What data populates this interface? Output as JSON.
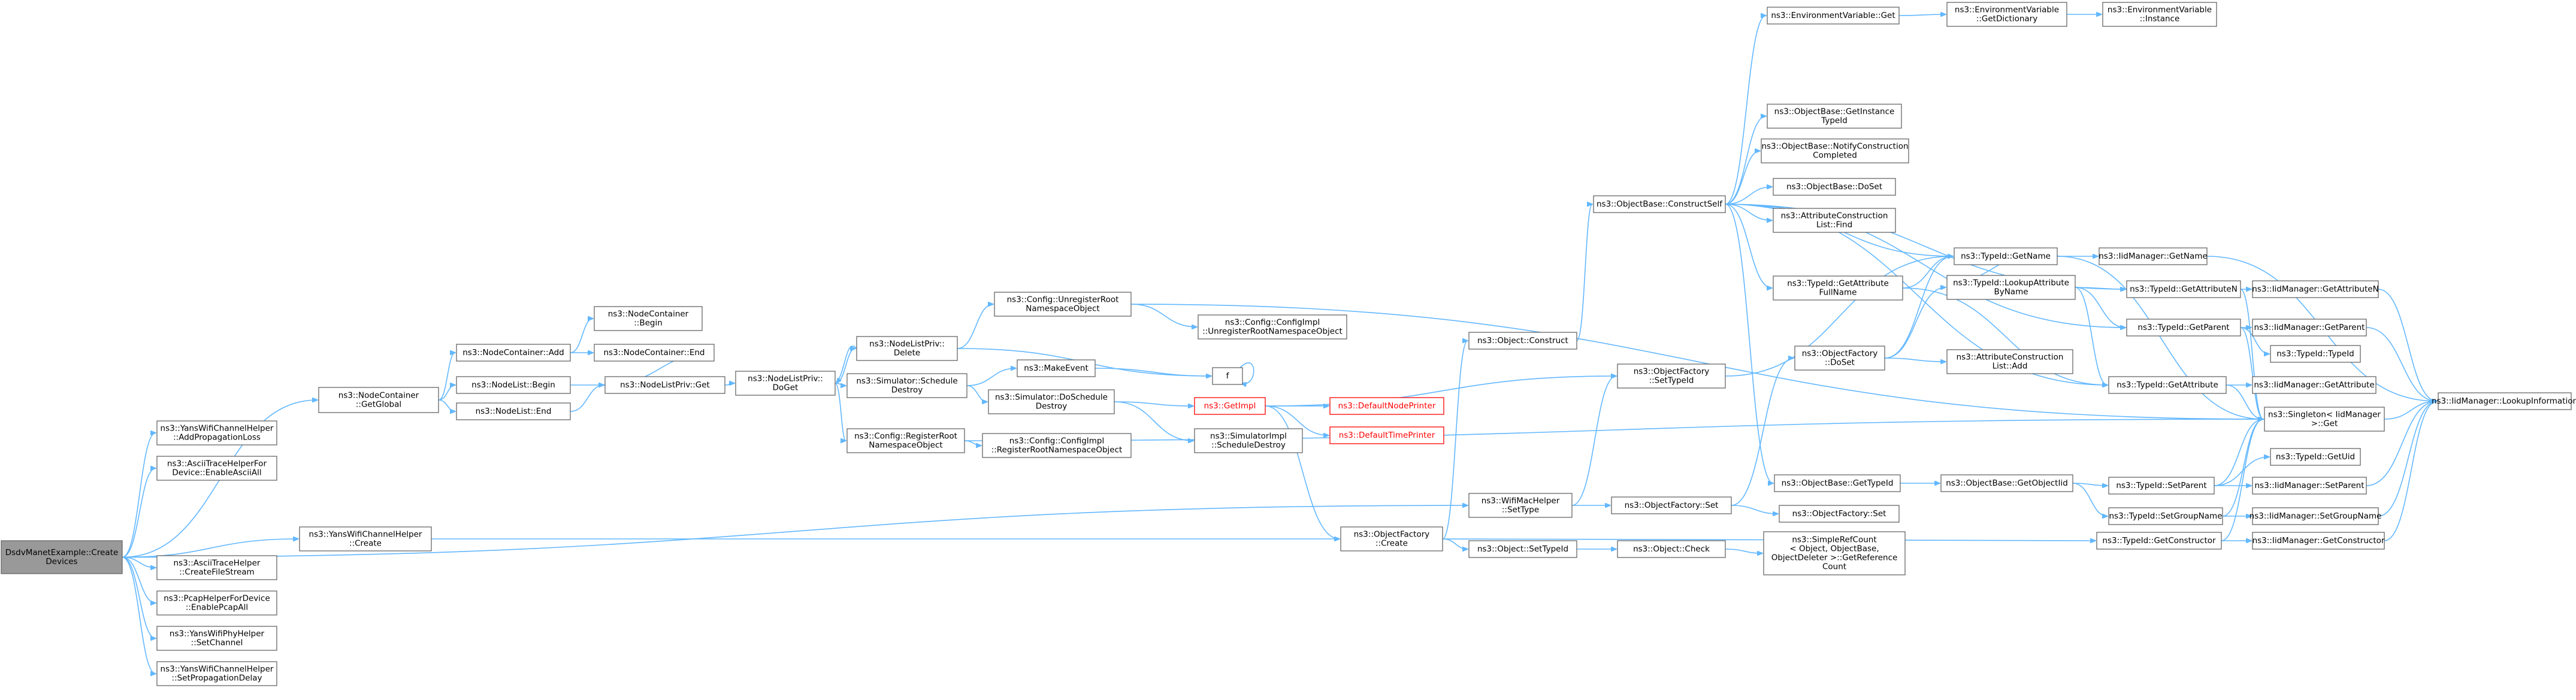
{
  "graph": {
    "title": "",
    "colors": {
      "edge": "#63b8ff",
      "root_fill": "#999999",
      "node_border": "#666666",
      "missing_border": "#ff0000"
    },
    "nodes": [
      {
        "id": "root",
        "lines": [
          "DsdvManetExample::Create",
          "Devices"
        ],
        "style": "root"
      },
      {
        "id": "yans_add_prop_loss",
        "lines": [
          "ns3::YansWifiChannelHelper",
          "::AddPropagationLoss"
        ]
      },
      {
        "id": "ascii_enable_all",
        "lines": [
          "ns3::AsciiTraceHelperFor",
          "Device::EnableAsciiAll"
        ]
      },
      {
        "id": "yans_create",
        "lines": [
          "ns3::YansWifiChannelHelper",
          "::Create"
        ]
      },
      {
        "id": "ascii_create_file",
        "lines": [
          "ns3::AsciiTraceHelper",
          "::CreateFileStream"
        ]
      },
      {
        "id": "pcap_enable_all",
        "lines": [
          "ns3::PcapHelperForDevice",
          "::EnablePcapAll"
        ]
      },
      {
        "id": "yans_phy_setchannel",
        "lines": [
          "ns3::YansWifiPhyHelper",
          "::SetChannel"
        ]
      },
      {
        "id": "yans_set_prop_delay",
        "lines": [
          "ns3::YansWifiChannelHelper",
          "::SetPropagationDelay"
        ]
      },
      {
        "id": "nc_getglobal",
        "lines": [
          "ns3::NodeContainer",
          "::GetGlobal"
        ]
      },
      {
        "id": "nc_add",
        "lines": [
          "ns3::NodeContainer::Add"
        ]
      },
      {
        "id": "nl_begin",
        "lines": [
          "ns3::NodeList::Begin"
        ]
      },
      {
        "id": "nl_end",
        "lines": [
          "ns3::NodeList::End"
        ]
      },
      {
        "id": "nc_begin",
        "lines": [
          "ns3::NodeContainer",
          "::Begin"
        ]
      },
      {
        "id": "nc_end",
        "lines": [
          "ns3::NodeContainer::End"
        ]
      },
      {
        "id": "nlp_get",
        "lines": [
          "ns3::NodeListPriv::Get"
        ]
      },
      {
        "id": "nlp_doget",
        "lines": [
          "ns3::NodeListPriv::",
          "DoGet"
        ]
      },
      {
        "id": "nlp_delete",
        "lines": [
          "ns3::NodeListPriv::",
          "Delete"
        ]
      },
      {
        "id": "sim_schedule_destroy",
        "lines": [
          "ns3::Simulator::Schedule",
          "Destroy"
        ]
      },
      {
        "id": "cfg_register_root",
        "lines": [
          "ns3::Config::RegisterRoot",
          "NamespaceObject"
        ]
      },
      {
        "id": "cfg_unregister_root",
        "lines": [
          "ns3::Config::UnregisterRoot",
          "NamespaceObject"
        ]
      },
      {
        "id": "cfgimpl_unregister_root",
        "lines": [
          "ns3::Config::ConfigImpl",
          "::UnregisterRootNamespaceObject"
        ]
      },
      {
        "id": "make_event",
        "lines": [
          "ns3::MakeEvent"
        ]
      },
      {
        "id": "f_node",
        "lines": [
          "f"
        ]
      },
      {
        "id": "sim_do_schedule_destroy",
        "lines": [
          "ns3::Simulator::DoSchedule",
          "Destroy"
        ]
      },
      {
        "id": "getimpl",
        "lines": [
          "ns3::GetImpl"
        ],
        "style": "red"
      },
      {
        "id": "default_node_printer",
        "lines": [
          "ns3::DefaultNodePrinter"
        ],
        "style": "red"
      },
      {
        "id": "default_time_printer",
        "lines": [
          "ns3::DefaultTimePrinter"
        ],
        "style": "red"
      },
      {
        "id": "simimpl_schedule_destroy",
        "lines": [
          "ns3::SimulatorImpl",
          "::ScheduleDestroy"
        ]
      },
      {
        "id": "cfgimpl_register_root",
        "lines": [
          "ns3::Config::ConfigImpl",
          "::RegisterRootNamespaceObject"
        ]
      },
      {
        "id": "obj_construct",
        "lines": [
          "ns3::Object::Construct"
        ]
      },
      {
        "id": "objfactory_create",
        "lines": [
          "ns3::ObjectFactory",
          "::Create"
        ]
      },
      {
        "id": "wifimac_settype",
        "lines": [
          "ns3::WifiMacHelper",
          "::SetType"
        ]
      },
      {
        "id": "objfactory_settypeid",
        "lines": [
          "ns3::ObjectFactory",
          "::SetTypeId"
        ]
      },
      {
        "id": "objfactory_set",
        "lines": [
          "ns3::ObjectFactory::Set"
        ]
      },
      {
        "id": "objfactory_set2",
        "lines": [
          "ns3::ObjectFactory::Set"
        ]
      },
      {
        "id": "obj_settypeid",
        "lines": [
          "ns3::Object::SetTypeId"
        ]
      },
      {
        "id": "obj_check",
        "lines": [
          "ns3::Object::Check"
        ]
      },
      {
        "id": "simplerefcount_getref",
        "lines": [
          "ns3::SimpleRefCount",
          "< Object, ObjectBase,",
          "ObjectDeleter >::GetReference",
          "Count"
        ]
      },
      {
        "id": "objbase_constructself",
        "lines": [
          "ns3::ObjectBase::ConstructSelf"
        ]
      },
      {
        "id": "env_get",
        "lines": [
          "ns3::EnvironmentVariable::Get"
        ]
      },
      {
        "id": "env_getdict",
        "lines": [
          "ns3::EnvironmentVariable",
          "::GetDictionary"
        ]
      },
      {
        "id": "env_instance",
        "lines": [
          "ns3::EnvironmentVariable",
          "::Instance"
        ]
      },
      {
        "id": "objbase_getinstancetypeid",
        "lines": [
          "ns3::ObjectBase::GetInstance",
          "TypeId"
        ]
      },
      {
        "id": "objbase_notify",
        "lines": [
          "ns3::ObjectBase::NotifyConstruction",
          "Completed"
        ]
      },
      {
        "id": "objbase_doset",
        "lines": [
          "ns3::ObjectBase::DoSet"
        ]
      },
      {
        "id": "attrlist_find",
        "lines": [
          "ns3::AttributeConstruction",
          "List::Find"
        ]
      },
      {
        "id": "typeid_getattrfullname",
        "lines": [
          "ns3::TypeId::GetAttribute",
          "FullName"
        ]
      },
      {
        "id": "objfactory_doset",
        "lines": [
          "ns3::ObjectFactory",
          "::DoSet"
        ]
      },
      {
        "id": "attrlist_add",
        "lines": [
          "ns3::AttributeConstruction",
          "List::Add"
        ]
      },
      {
        "id": "objbase_gettypeid",
        "lines": [
          "ns3::ObjectBase::GetTypeId"
        ]
      },
      {
        "id": "objbase_getobjectiid",
        "lines": [
          "ns3::ObjectBase::GetObjectIid"
        ]
      },
      {
        "id": "typeid_getname",
        "lines": [
          "ns3::TypeId::GetName"
        ]
      },
      {
        "id": "typeid_lookupattr",
        "lines": [
          "ns3::TypeId::LookupAttribute",
          "ByName"
        ]
      },
      {
        "id": "typeid_getattribute",
        "lines": [
          "ns3::TypeId::GetAttribute"
        ]
      },
      {
        "id": "typeid_getattributen",
        "lines": [
          "ns3::TypeId::GetAttributeN"
        ]
      },
      {
        "id": "typeid_getparent",
        "lines": [
          "ns3::TypeId::GetParent"
        ]
      },
      {
        "id": "typeid_setparent",
        "lines": [
          "ns3::TypeId::SetParent"
        ]
      },
      {
        "id": "typeid_setgroupname",
        "lines": [
          "ns3::TypeId::SetGroupName"
        ]
      },
      {
        "id": "typeid_getconstructor",
        "lines": [
          "ns3::TypeId::GetConstructor"
        ]
      },
      {
        "id": "singleton_get",
        "lines": [
          "ns3::Singleton< IidManager",
          ">::Get"
        ]
      },
      {
        "id": "typeid_typeid",
        "lines": [
          "ns3::TypeId::TypeId"
        ]
      },
      {
        "id": "typeid_getuid",
        "lines": [
          "ns3::TypeId::GetUid"
        ]
      },
      {
        "id": "iid_getname",
        "lines": [
          "ns3::IidManager::GetName"
        ]
      },
      {
        "id": "iid_getattributen",
        "lines": [
          "ns3::IidManager::GetAttributeN"
        ]
      },
      {
        "id": "iid_getparent",
        "lines": [
          "ns3::IidManager::GetParent"
        ]
      },
      {
        "id": "iid_getattribute",
        "lines": [
          "ns3::IidManager::GetAttribute"
        ]
      },
      {
        "id": "iid_setparent",
        "lines": [
          "ns3::IidManager::SetParent"
        ]
      },
      {
        "id": "iid_setgroupname",
        "lines": [
          "ns3::IidManager::SetGroupName"
        ]
      },
      {
        "id": "iid_getconstructor",
        "lines": [
          "ns3::IidManager::GetConstructor"
        ]
      },
      {
        "id": "iid_lookupinfo",
        "lines": [
          "ns3::IidManager::LookupInformation"
        ]
      }
    ],
    "edges": [
      [
        "root",
        "yans_add_prop_loss"
      ],
      [
        "root",
        "ascii_enable_all"
      ],
      [
        "root",
        "nc_getglobal"
      ],
      [
        "root",
        "yans_create"
      ],
      [
        "root",
        "ascii_create_file"
      ],
      [
        "root",
        "pcap_enable_all"
      ],
      [
        "root",
        "yans_phy_setchannel"
      ],
      [
        "root",
        "yans_set_prop_delay"
      ],
      [
        "root",
        "wifimac_settype"
      ],
      [
        "nc_getglobal",
        "nc_add"
      ],
      [
        "nc_getglobal",
        "nl_begin"
      ],
      [
        "nc_getglobal",
        "nl_end"
      ],
      [
        "nc_add",
        "nc_begin"
      ],
      [
        "nc_add",
        "nc_end"
      ],
      [
        "nl_begin",
        "nlp_get"
      ],
      [
        "nl_end",
        "nlp_get"
      ],
      [
        "nc_end",
        "nlp_get"
      ],
      [
        "nlp_get",
        "nlp_doget"
      ],
      [
        "nlp_doget",
        "nlp_delete"
      ],
      [
        "nlp_doget",
        "sim_schedule_destroy"
      ],
      [
        "nlp_doget",
        "cfg_register_root"
      ],
      [
        "nlp_delete",
        "nlp_doget"
      ],
      [
        "nlp_delete",
        "cfg_unregister_root"
      ],
      [
        "nlp_delete",
        "f_node"
      ],
      [
        "cfg_unregister_root",
        "cfgimpl_unregister_root"
      ],
      [
        "cfg_unregister_root",
        "singleton_get"
      ],
      [
        "sim_schedule_destroy",
        "make_event"
      ],
      [
        "sim_schedule_destroy",
        "sim_do_schedule_destroy"
      ],
      [
        "make_event",
        "f_node"
      ],
      [
        "f_node",
        "f_node"
      ],
      [
        "sim_do_schedule_destroy",
        "getimpl"
      ],
      [
        "sim_do_schedule_destroy",
        "simimpl_schedule_destroy"
      ],
      [
        "getimpl",
        "default_node_printer"
      ],
      [
        "getimpl",
        "default_time_printer"
      ],
      [
        "getimpl",
        "objfactory_create"
      ],
      [
        "getimpl",
        "objfactory_settypeid"
      ],
      [
        "cfg_register_root",
        "cfgimpl_register_root"
      ],
      [
        "cfg_register_root",
        "singleton_get"
      ],
      [
        "yans_create",
        "objfactory_create"
      ],
      [
        "objfactory_create",
        "obj_construct"
      ],
      [
        "objfactory_create",
        "obj_settypeid"
      ],
      [
        "objfactory_create",
        "typeid_getconstructor"
      ],
      [
        "obj_construct",
        "objbase_constructself"
      ],
      [
        "wifimac_settype",
        "objfactory_set"
      ],
      [
        "wifimac_settype",
        "objfactory_settypeid"
      ],
      [
        "objfactory_set",
        "objfactory_doset"
      ],
      [
        "objfactory_set",
        "objfactory_set2"
      ],
      [
        "objfactory_settypeid",
        "typeid_getname"
      ],
      [
        "obj_settypeid",
        "obj_check"
      ],
      [
        "obj_check",
        "simplerefcount_getref"
      ],
      [
        "objbase_constructself",
        "env_get"
      ],
      [
        "objbase_constructself",
        "objbase_getinstancetypeid"
      ],
      [
        "objbase_constructself",
        "objbase_notify"
      ],
      [
        "objbase_constructself",
        "objbase_doset"
      ],
      [
        "objbase_constructself",
        "attrlist_find"
      ],
      [
        "objbase_constructself",
        "typeid_getattrfullname"
      ],
      [
        "objbase_constructself",
        "typeid_getname"
      ],
      [
        "objbase_constructself",
        "typeid_getattribute"
      ],
      [
        "objbase_constructself",
        "typeid_getattributen"
      ],
      [
        "objbase_constructself",
        "typeid_getparent"
      ],
      [
        "objbase_constructself",
        "objbase_gettypeid"
      ],
      [
        "env_get",
        "env_getdict"
      ],
      [
        "env_getdict",
        "env_instance"
      ],
      [
        "typeid_getattrfullname",
        "typeid_getname"
      ],
      [
        "typeid_getattrfullname",
        "typeid_getattribute"
      ],
      [
        "objfactory_doset",
        "typeid_lookupattr"
      ],
      [
        "objfactory_doset",
        "attrlist_add"
      ],
      [
        "objfactory_doset",
        "typeid_getname"
      ],
      [
        "typeid_lookupattr",
        "typeid_getattributen"
      ],
      [
        "typeid_lookupattr",
        "typeid_getparent"
      ],
      [
        "typeid_lookupattr",
        "typeid_getattribute"
      ],
      [
        "typeid_lookupattr",
        "typeid_getname"
      ],
      [
        "objbase_gettypeid",
        "objbase_getobjectiid"
      ],
      [
        "objbase_getobjectiid",
        "typeid_setparent"
      ],
      [
        "objbase_getobjectiid",
        "typeid_setgroupname"
      ],
      [
        "typeid_getname",
        "iid_getname"
      ],
      [
        "typeid_getname",
        "singleton_get"
      ],
      [
        "typeid_getattributen",
        "iid_getattributen"
      ],
      [
        "typeid_getattributen",
        "singleton_get"
      ],
      [
        "typeid_getparent",
        "iid_getparent"
      ],
      [
        "typeid_getparent",
        "typeid_typeid"
      ],
      [
        "typeid_getparent",
        "singleton_get"
      ],
      [
        "typeid_getattribute",
        "iid_getattribute"
      ],
      [
        "typeid_getattribute",
        "singleton_get"
      ],
      [
        "typeid_setparent",
        "typeid_getuid"
      ],
      [
        "typeid_setparent",
        "iid_setparent"
      ],
      [
        "typeid_setparent",
        "singleton_get"
      ],
      [
        "typeid_setgroupname",
        "iid_setgroupname"
      ],
      [
        "typeid_setgroupname",
        "singleton_get"
      ],
      [
        "typeid_getconstructor",
        "iid_getconstructor"
      ],
      [
        "typeid_getconstructor",
        "singleton_get"
      ],
      [
        "iid_getname",
        "iid_lookupinfo"
      ],
      [
        "iid_getattributen",
        "iid_lookupinfo"
      ],
      [
        "iid_getparent",
        "iid_lookupinfo"
      ],
      [
        "iid_setparent",
        "iid_lookupinfo"
      ],
      [
        "iid_setgroupname",
        "iid_lookupinfo"
      ],
      [
        "iid_getconstructor",
        "iid_lookupinfo"
      ],
      [
        "singleton_get",
        "iid_lookupinfo"
      ]
    ]
  }
}
